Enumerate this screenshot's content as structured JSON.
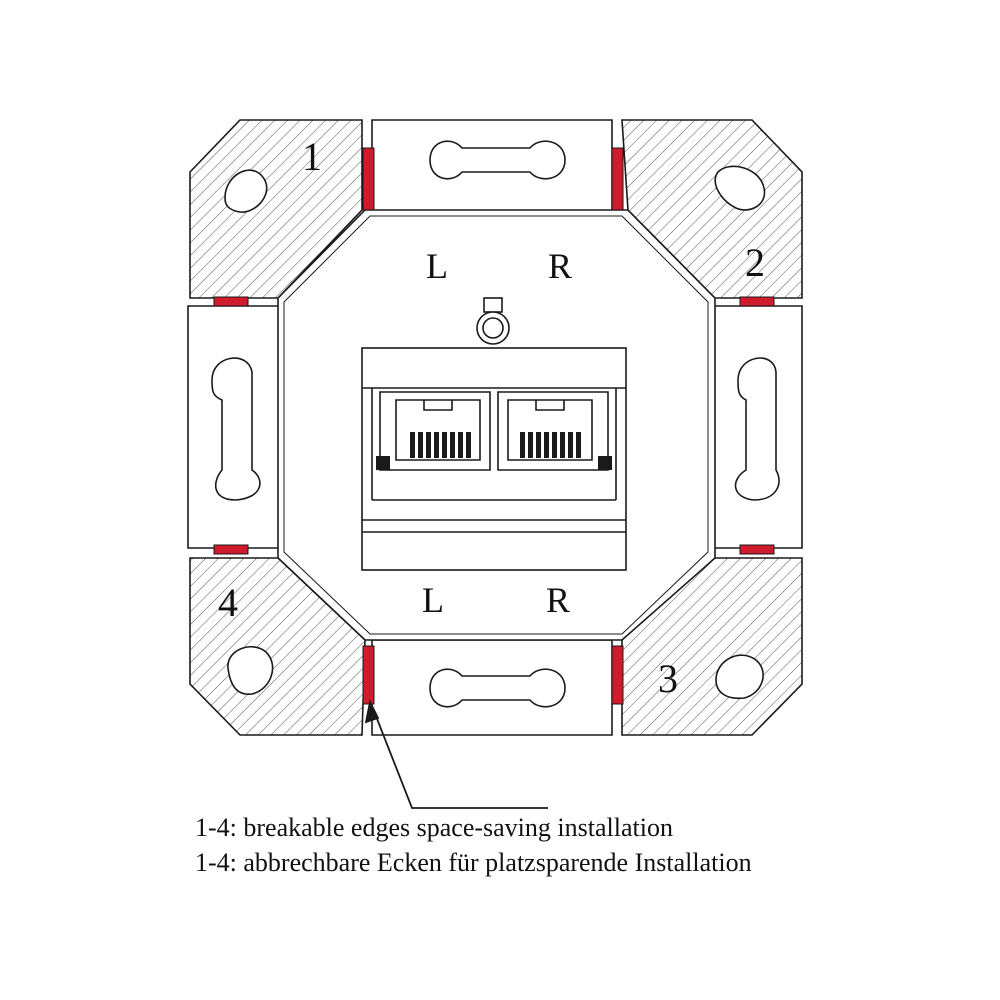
{
  "colors": {
    "line": "#1a1a1a",
    "hatch": "#555555",
    "breakpoint": "#d01b2c",
    "background": "#ffffff"
  },
  "corners": [
    {
      "id": "1",
      "label": "1"
    },
    {
      "id": "2",
      "label": "2"
    },
    {
      "id": "3",
      "label": "3"
    },
    {
      "id": "4",
      "label": "4"
    }
  ],
  "ports": {
    "top_left": "L",
    "top_right": "R",
    "bottom_left": "L",
    "bottom_right": "R"
  },
  "captions": {
    "english": "1-4: breakable edges space-saving installation",
    "german": "1-4: abbrechbare Ecken für platzsparende Installation"
  },
  "icons": {
    "jack": "rj45-double-jack-icon",
    "screw": "screw-icon"
  }
}
